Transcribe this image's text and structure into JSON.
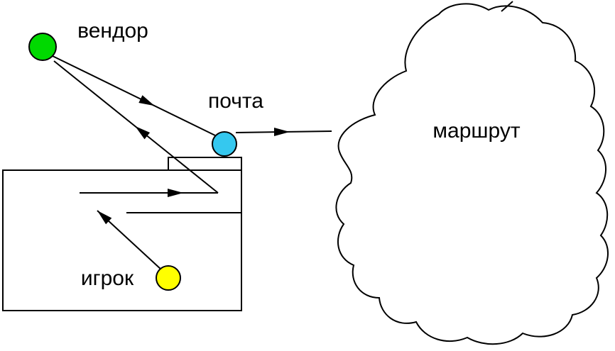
{
  "diagram": {
    "background": "#ffffff",
    "stroke_color": "#000000",
    "nodes": {
      "vendor": {
        "label": "вендор",
        "color": "#00d900"
      },
      "mail": {
        "label": "почта",
        "color": "#35c8ef"
      },
      "player": {
        "label": "игрок",
        "color": "#ffff00"
      },
      "route": {
        "label": "маршрут",
        "color": "#ffffff"
      }
    }
  }
}
